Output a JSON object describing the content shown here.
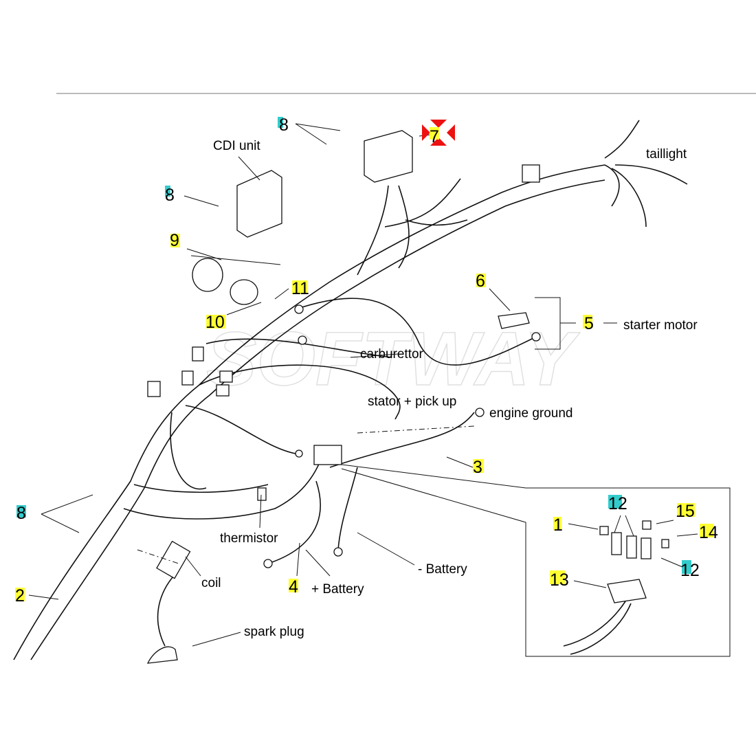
{
  "diagram": {
    "watermark": "SOFTWAY",
    "callouts": {
      "n1": "1",
      "n2": "2",
      "n3": "3",
      "n4": "4",
      "n5": "5",
      "n6": "6",
      "n7": "7",
      "n8a": "8",
      "n8b": "8",
      "n8c": "8",
      "n9": "9",
      "n10": "10",
      "n11": "11",
      "n12a": "12",
      "n12b": "12",
      "n13": "13",
      "n14": "14",
      "n15": "15"
    },
    "labels": {
      "cdi": "CDI unit",
      "taillight": "taillight",
      "starter": "starter motor",
      "carburettor": "carburettor",
      "stator": "stator + pick up",
      "ground": "engine ground",
      "thermistor": "thermistor",
      "coil": "coil",
      "battery_neg": "- Battery",
      "battery_pos": "+ Battery",
      "spark": "spark plug"
    },
    "colors": {
      "highlight_yellow": "#ffff33",
      "highlight_cyan": "#33cccc",
      "marker_red": "#ee1111"
    }
  }
}
